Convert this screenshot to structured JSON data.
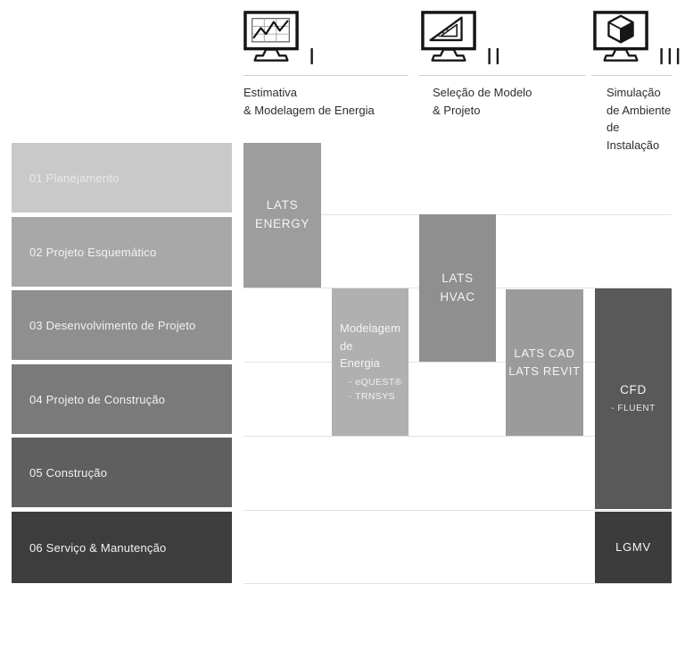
{
  "header": {
    "sections": [
      {
        "numeral": "I",
        "icon": "monitor-line-chart-icon",
        "caption_lines": [
          "Estimativa",
          "& Modelagem de Energia"
        ]
      },
      {
        "numeral": "II",
        "icon": "monitor-set-square-icon",
        "caption_lines": [
          "Seleção de Modelo",
          "& Projeto"
        ]
      },
      {
        "numeral": "III",
        "icon": "monitor-cube-icon",
        "caption_lines": [
          "Simulação",
          "de Ambiente",
          "de Instalação"
        ]
      }
    ]
  },
  "phases": [
    {
      "label": "01 Planejamento",
      "color": "#c9c9c9"
    },
    {
      "label": "02 Projeto Esquemático",
      "color": "#a8a8a8"
    },
    {
      "label": "03 Desenvolvimento de Projeto",
      "color": "#8f8f8f"
    },
    {
      "label": "04 Projeto de Construção",
      "color": "#7a7a7a"
    },
    {
      "label": "05 Construção",
      "color": "#5f5f5f"
    },
    {
      "label": "06 Serviço & Manutenção",
      "color": "#3d3d3d"
    }
  ],
  "bars": [
    {
      "label_lines": [
        "LATS",
        "ENERGY"
      ],
      "color": "#9d9d9d",
      "column": "I",
      "phase_span": "01–02"
    },
    {
      "title_lines": [
        "Modelagem de",
        "Energia"
      ],
      "sub_items": [
        "- eQUEST®",
        "- TRNSYS"
      ],
      "color": "#b0b0b0",
      "column": "I",
      "phase_span": "03–04"
    },
    {
      "label_lines": [
        "LATS",
        "HVAC"
      ],
      "color": "#8f8f8f",
      "column": "II",
      "phase_span": "02–03"
    },
    {
      "label_lines": [
        "LATS CAD",
        "LATS REVIT"
      ],
      "color": "#9b9b9b",
      "column": "II",
      "phase_span": "03–04"
    },
    {
      "label": "CFD",
      "sub_items": [
        "- FLUENT"
      ],
      "color": "#595959",
      "column": "III",
      "phase_span": "03–05"
    },
    {
      "label": "LGMV",
      "color": "#3c3c3c",
      "column": "III",
      "phase_span": "06"
    }
  ],
  "colors": {
    "background": "#ffffff",
    "divider": "#cfcfcf",
    "gridline": "#e2e2e2",
    "phase_text": "#f2f2f2",
    "caption_text": "#2e2e2e"
  }
}
